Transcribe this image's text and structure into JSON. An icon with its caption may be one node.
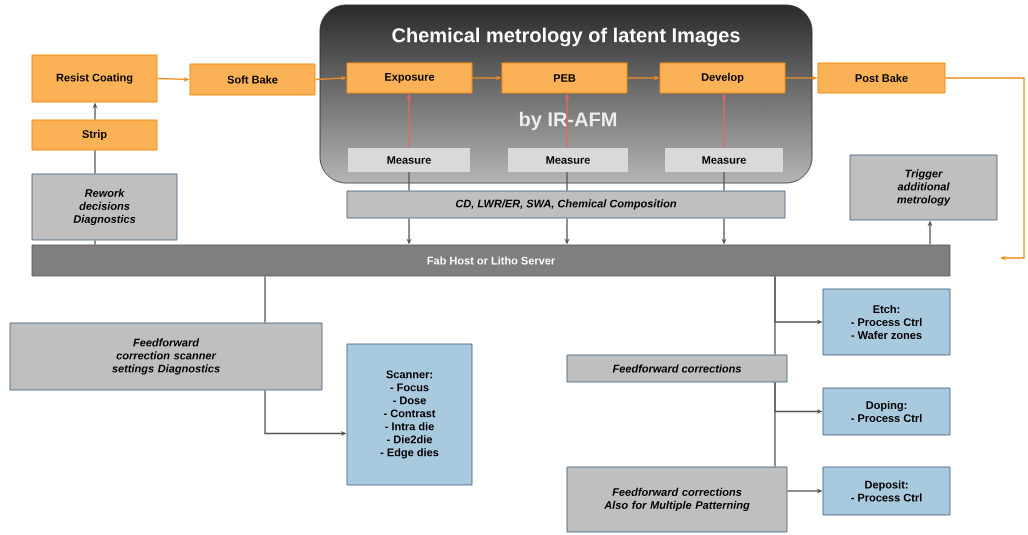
{
  "diagram": {
    "nodes": [
      {
        "text": [
          "Chemical metrology of latent Images",
          "by IR-AFM"
        ]
      },
      {
        "text": [
          "Resist Coating"
        ]
      },
      {
        "text": [
          "Strip"
        ]
      },
      {
        "text": [
          "Rework decisions Diagnostics"
        ]
      },
      {
        "text": [
          "Soft Bake"
        ]
      },
      {
        "text": [
          "Exposure"
        ],
        "in": 0
      },
      {
        "text": [
          "PEB"
        ],
        "in": 0
      },
      {
        "text": [
          "Develop"
        ],
        "in": 0
      },
      {
        "text": [
          "Post Bake"
        ]
      },
      {
        "text": [
          "Measure"
        ],
        "in": 0
      },
      {
        "text": [
          "Measure"
        ],
        "in": 0
      },
      {
        "text": [
          "Measure"
        ],
        "in": 0
      },
      {
        "text": [
          "CD, LWR/ER, SWA, Chemical Composition"
        ]
      },
      {
        "text": [
          "Trigger additional metrology"
        ]
      },
      {
        "text": [
          "Fab Host or Litho Server"
        ]
      },
      {
        "text": [
          "Feedforward correction scanner settings Diagnostics"
        ]
      },
      {
        "text": [
          "Scanner:",
          "- Focus",
          "- Dose",
          "- Contrast",
          "- Intra die",
          "- Die2die",
          "- Edge dies"
        ]
      },
      {
        "text": [
          "Etch:",
          "- Process Ctrl",
          "- Wafer zones"
        ]
      },
      {
        "text": [
          "Feedforward corrections"
        ]
      },
      {
        "text": [
          "Doping:",
          "- Process Ctrl"
        ]
      },
      {
        "text": [
          "Feedforward corrections Also for Multiple Patterning"
        ]
      },
      {
        "text": [
          "Deposit:",
          "- Process Ctrl"
        ]
      }
    ],
    "edges": [
      {
        "from": 1,
        "to": 4,
        "arrow": "to",
        "color": "#f08c1e"
      },
      {
        "from": 4,
        "to": 5,
        "arrow": "to",
        "color": "#f08c1e"
      },
      {
        "from": 5,
        "to": 6,
        "arrow": "to",
        "color": "#f08c1e"
      },
      {
        "from": 6,
        "to": 7,
        "arrow": "to",
        "color": "#f08c1e"
      },
      {
        "from": 7,
        "to": 8,
        "arrow": "to",
        "color": "#f08c1e"
      },
      {
        "from": 8,
        "to": null,
        "arrow": "to",
        "color": "#f08c1e"
      },
      {
        "from": 2,
        "to": 1,
        "arrow": "to"
      },
      {
        "from": 3,
        "to": 2,
        "arrow": "none"
      },
      {
        "from": 14,
        "to": 3,
        "arrow": "none"
      },
      {
        "from": 9,
        "to": 5,
        "arrow": "to",
        "color": "#e8636f"
      },
      {
        "from": 10,
        "to": 6,
        "arrow": "to",
        "color": "#e8636f"
      },
      {
        "from": 11,
        "to": 7,
        "arrow": "to",
        "color": "#e8636f"
      },
      {
        "from": 9,
        "to": 12,
        "arrow": "none"
      },
      {
        "from": 10,
        "to": 12,
        "arrow": "none"
      },
      {
        "from": 11,
        "to": 12,
        "arrow": "none"
      },
      {
        "from": 12,
        "to": 14,
        "arrow": "to"
      },
      {
        "from": 12,
        "to": 14,
        "arrow": "to"
      },
      {
        "from": 12,
        "to": 14,
        "arrow": "to"
      },
      {
        "from": 14,
        "to": 13,
        "arrow": "to"
      },
      {
        "from": 14,
        "to": 15,
        "arrow": "none"
      },
      {
        "from": 15,
        "to": 16,
        "arrow": "to"
      },
      {
        "from": 14,
        "to": 17,
        "arrow": "to"
      },
      {
        "from": 14,
        "to": 18,
        "arrow": "none"
      },
      {
        "from": 18,
        "to": 19,
        "arrow": "to"
      },
      {
        "from": 18,
        "to": 20,
        "arrow": "none"
      },
      {
        "from": 20,
        "to": 21,
        "arrow": "to"
      }
    ]
  }
}
